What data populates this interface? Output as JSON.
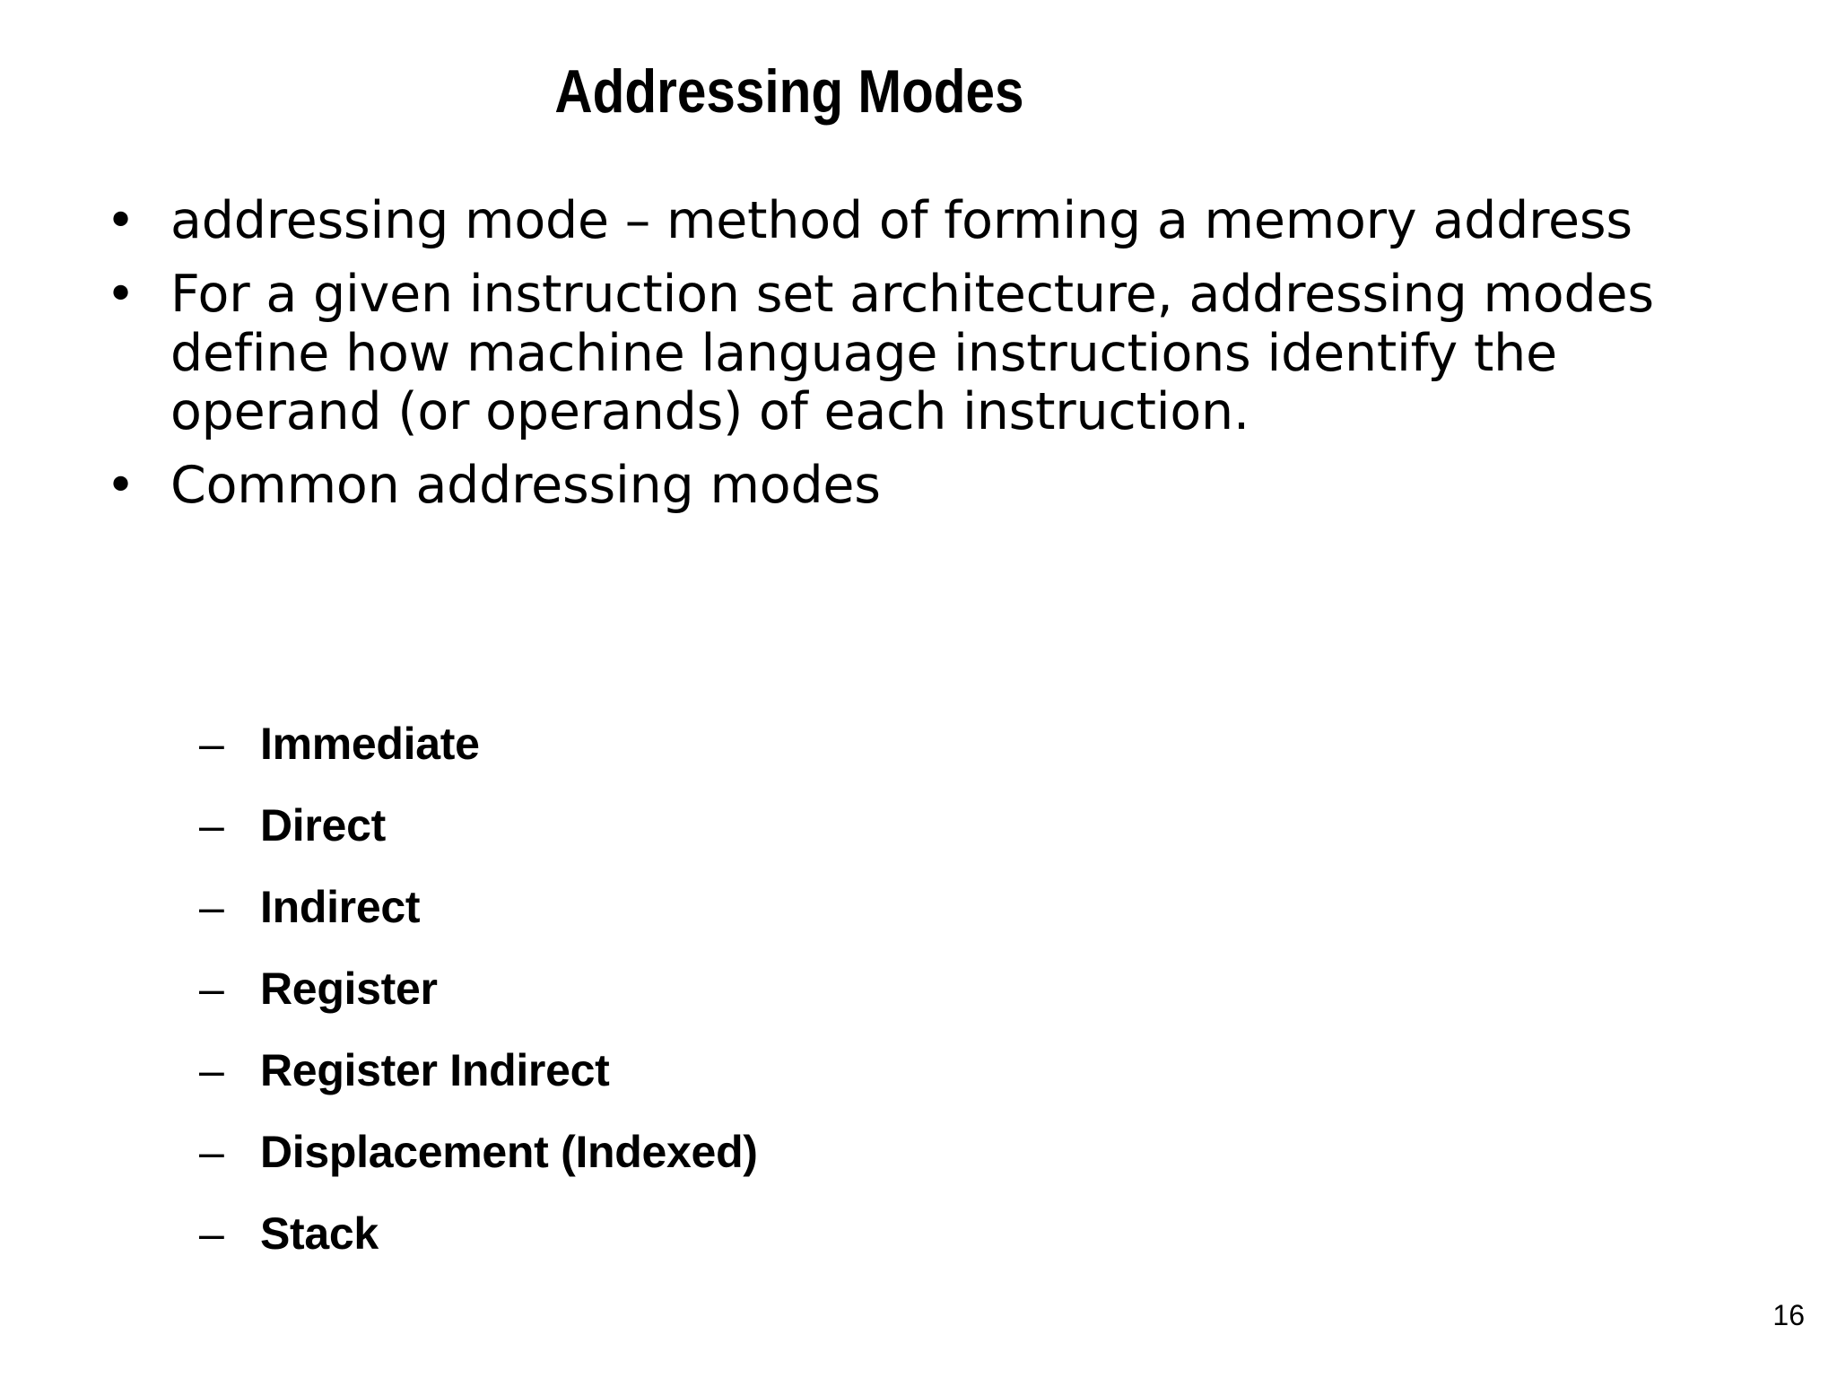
{
  "slide": {
    "title": "Addressing Modes",
    "page_number": "16",
    "background_color": "#ffffff",
    "text_color": "#000000",
    "bullet_marker": "•",
    "sub_bullet_marker": "–",
    "bullets": [
      {
        "text": "addressing mode – method of forming a memory address"
      },
      {
        "text": "For a given instruction set architecture, addressing modes define how machine language instructions identify the operand (or operands) of each instruction."
      },
      {
        "text": "Common addressing modes"
      }
    ],
    "sub_bullets": [
      {
        "label": "Immediate"
      },
      {
        "label": "Direct"
      },
      {
        "label": "Indirect"
      },
      {
        "label": "Register"
      },
      {
        "label": "Register Indirect"
      },
      {
        "label": "Displacement (Indexed)"
      },
      {
        "label": "Stack"
      }
    ]
  }
}
